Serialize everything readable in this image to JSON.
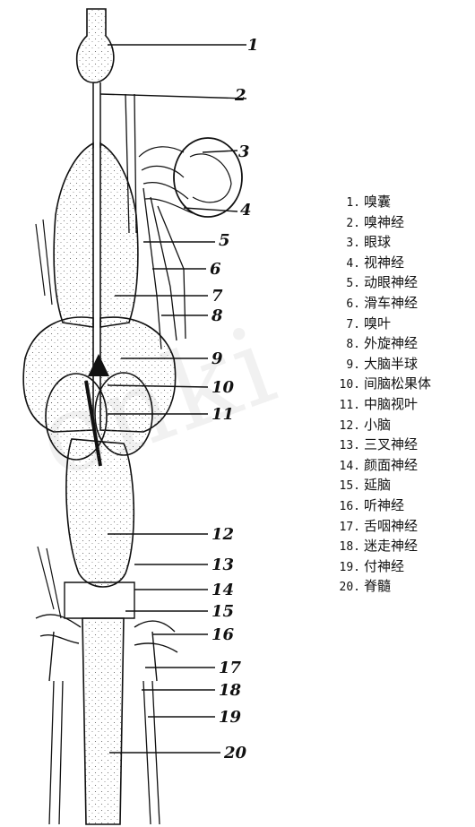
{
  "diagram": {
    "callout_numbers": [
      "1",
      "2",
      "3",
      "4",
      "5",
      "6",
      "7",
      "8",
      "9",
      "10",
      "11",
      "12",
      "13",
      "14",
      "15",
      "16",
      "17",
      "18",
      "19",
      "20"
    ],
    "legend": [
      {
        "num": "1.",
        "text": "嗅囊"
      },
      {
        "num": "2.",
        "text": "嗅神经"
      },
      {
        "num": "3.",
        "text": "眼球"
      },
      {
        "num": "4.",
        "text": "视神经"
      },
      {
        "num": "5.",
        "text": "动眼神经"
      },
      {
        "num": "6.",
        "text": "滑车神经"
      },
      {
        "num": "7.",
        "text": "嗅叶"
      },
      {
        "num": "8.",
        "text": "外旋神经"
      },
      {
        "num": "9.",
        "text": "大脑半球"
      },
      {
        "num": "10.",
        "text": "间脑松果体"
      },
      {
        "num": "11.",
        "text": "中脑视叶"
      },
      {
        "num": "12.",
        "text": "小脑"
      },
      {
        "num": "13.",
        "text": "三叉神经"
      },
      {
        "num": "14.",
        "text": "颜面神经"
      },
      {
        "num": "15.",
        "text": "延脑"
      },
      {
        "num": "16.",
        "text": "听神经"
      },
      {
        "num": "17.",
        "text": "舌咽神经"
      },
      {
        "num": "18.",
        "text": "迷走神经"
      },
      {
        "num": "19.",
        "text": "付神经"
      },
      {
        "num": "20.",
        "text": "脊髓"
      }
    ],
    "watermark": "cnki"
  }
}
